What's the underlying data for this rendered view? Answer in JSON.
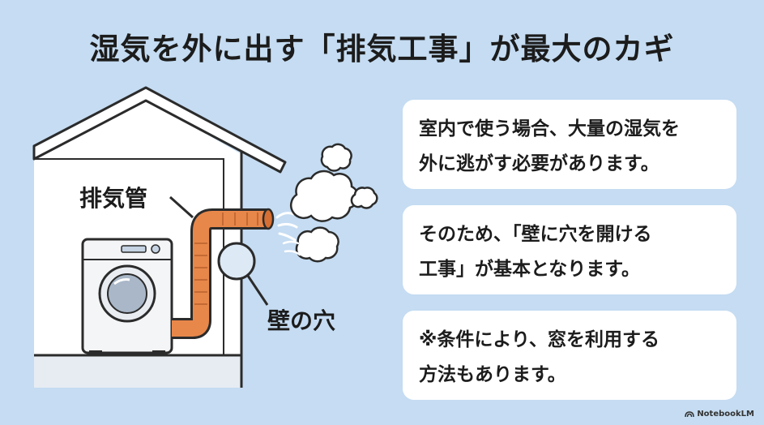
{
  "title": "湿気を外に出す「排気工事」が最大のカギ",
  "labels": {
    "duct": "排気管",
    "hole": "壁の穴"
  },
  "cards": [
    {
      "lines": [
        "室内で使う場合、大量の湿気を",
        "外に逃がす必要があります。"
      ]
    },
    {
      "lines": [
        "そのため、「壁に穴を開ける",
        "工事」が基本となります。"
      ]
    },
    {
      "lines": [
        "※条件により、窓を利用する",
        "方法もあります。"
      ]
    }
  ],
  "brand": "NotebookLM",
  "colors": {
    "background": "#c5dcf2",
    "duct": "#e8874a",
    "card": "#ffffff"
  }
}
